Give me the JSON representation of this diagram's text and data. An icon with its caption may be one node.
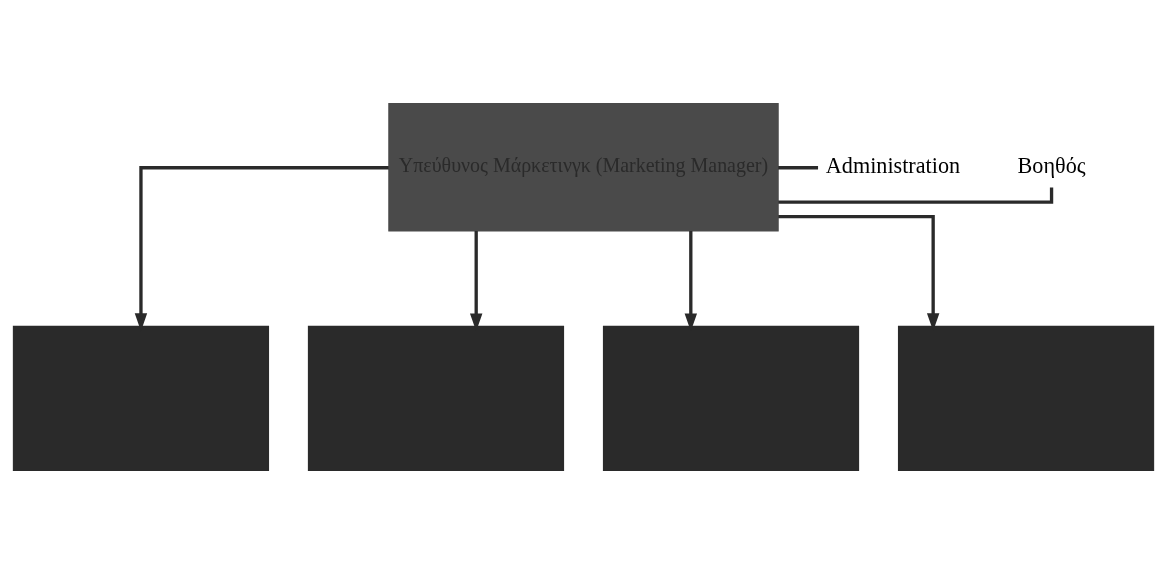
{
  "diagram": {
    "nodes": [
      {
        "text": [
          "Υπεύθυνος Μάρκετινγκ (Marketing Manager)"
        ]
      },
      {
        "text": [
          "Βοηθός"
        ]
      },
      {
        "text": [
          "Administration"
        ]
      },
      {
        "text": [],
        "shape": "box"
      },
      {
        "text": [],
        "shape": "box"
      },
      {
        "text": [],
        "shape": "box"
      },
      {
        "text": [],
        "shape": "box"
      }
    ],
    "edges": [
      {
        "from": 0,
        "to": 1,
        "arrow": "none"
      },
      {
        "from": 0,
        "to": 2,
        "arrow": "none"
      },
      {
        "from": 0,
        "to": 3,
        "arrow": "to"
      },
      {
        "from": 0,
        "to": 4,
        "arrow": "to"
      },
      {
        "from": 0,
        "to": 5,
        "arrow": "to"
      },
      {
        "from": 0,
        "to": 6,
        "arrow": "to"
      }
    ]
  }
}
